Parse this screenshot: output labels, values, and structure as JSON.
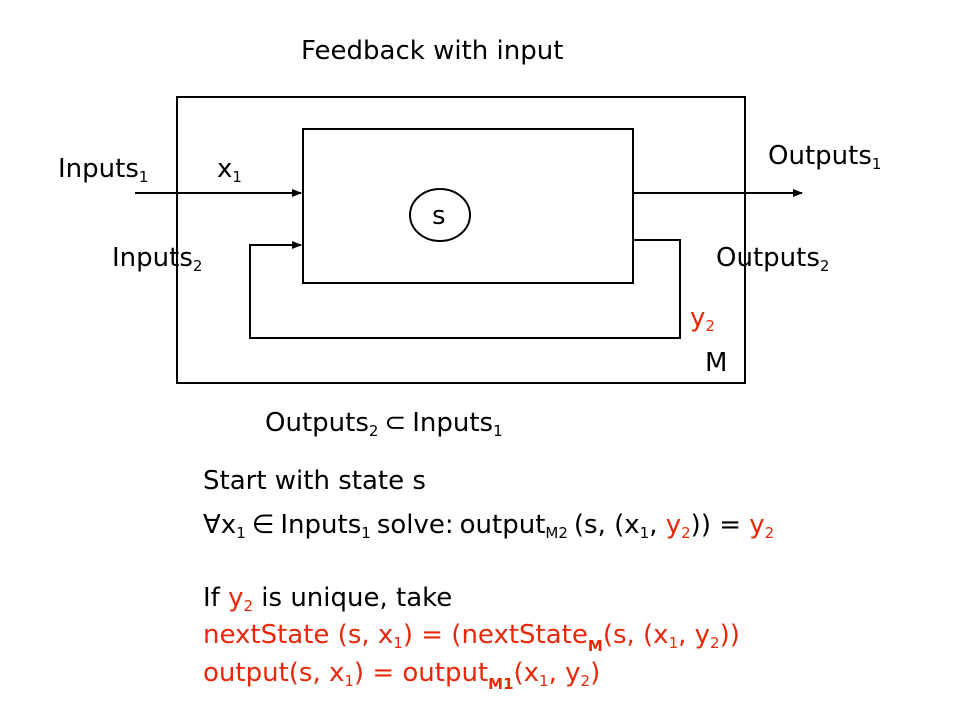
{
  "title": "Feedback with input",
  "labels": {
    "inputs1": {
      "text": "Inputs",
      "sub": "1"
    },
    "x1": {
      "text": "x",
      "sub": "1"
    },
    "outputs1": {
      "text": "Outputs",
      "sub": "1"
    },
    "inputs2": {
      "text": "Inputs",
      "sub": "2"
    },
    "outputs2": {
      "text": "Outputs",
      "sub": "2"
    },
    "state": "s",
    "y2": {
      "text": "y",
      "sub": "2"
    },
    "machine": "M"
  },
  "relation": {
    "lhs": "Outputs",
    "lhs_sub": "2",
    "symbol": "⊂",
    "rhs": "Inputs",
    "rhs_sub": "1"
  },
  "text_block": {
    "line1": "Start with state s",
    "line2": {
      "forall": "∀",
      "x": "x",
      "x_sub": "1",
      "in": "∈",
      "inputs": "Inputs",
      "inputs_sub": "1",
      "solve": "solve:",
      "output": "output",
      "output_sub": "M2",
      "args_pre": "(s, (x",
      "args_x_sub": "1",
      "args_mid": ", ",
      "y": "y",
      "y_sub": "2",
      "args_post": ")) = ",
      "result_y": "y",
      "result_y_sub": "2"
    },
    "line3": {
      "if": "If ",
      "y": "y",
      "y_sub": "2",
      "rest": " is unique, take"
    },
    "line4": {
      "a": "nextState (s, x",
      "a_sub": "1",
      "b": ") = (nextState",
      "b_sub": "M",
      "c": "(s, (x",
      "c_sub": "1",
      "d": ", y",
      "d_sub": "2",
      "e": "))"
    },
    "line5": {
      "a": "output(s, x",
      "a_sub": "1",
      "b": ") = output",
      "b_sub": "M1",
      "c": "(x",
      "c_sub": "1",
      "d": ", y",
      "d_sub": "2",
      "e": ")"
    }
  },
  "colors": {
    "text": "#000000",
    "accent": "#e8280a",
    "background": "#ffffff"
  }
}
